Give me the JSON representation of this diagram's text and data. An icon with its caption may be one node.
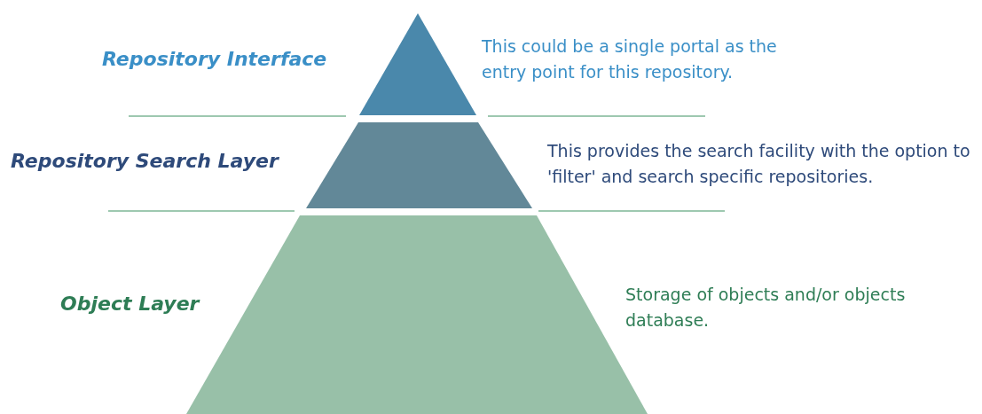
{
  "diagram": {
    "nodes": [
      {
        "text": [],
        "shape": "triangle",
        "beside": [
          "Repository Interface",
          "This could be a single portal as the entry point for this repository."
        ]
      },
      {
        "text": [],
        "shape": "trapezoid",
        "beside": [
          "Repository Search Layer",
          "This provides the search facility with the option to 'filter' and search specific repositories."
        ]
      },
      {
        "text": [],
        "shape": "trapezoid",
        "beside": [
          "Object Layer",
          "Storage of objects and/or objects database."
        ]
      }
    ],
    "edges": []
  }
}
